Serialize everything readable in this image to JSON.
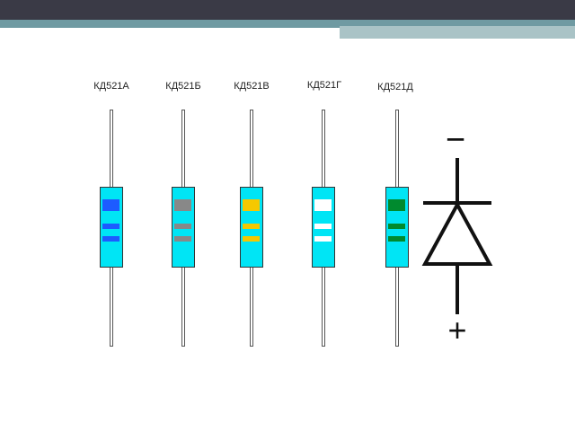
{
  "diodes": [
    {
      "label": "КД521А",
      "band_color": "#1d5bff",
      "band_border": "#1d5bff"
    },
    {
      "label": "КД521Б",
      "band_color": "#888888",
      "band_border": "#888888"
    },
    {
      "label": "КД521В",
      "band_color": "#f5c800",
      "band_border": "#f5c800"
    },
    {
      "label": "КД521Г",
      "band_color": "#ffffff",
      "band_border": "#ffffff"
    },
    {
      "label": "КД521Д",
      "band_color": "#008a2e",
      "band_border": "#008a2e"
    }
  ],
  "symbol": {
    "minus": "−",
    "plus": "+"
  },
  "colors": {
    "body": "#00e5f5",
    "top_bar": "#3a3a46",
    "teal_band": "#6f9aa2"
  }
}
